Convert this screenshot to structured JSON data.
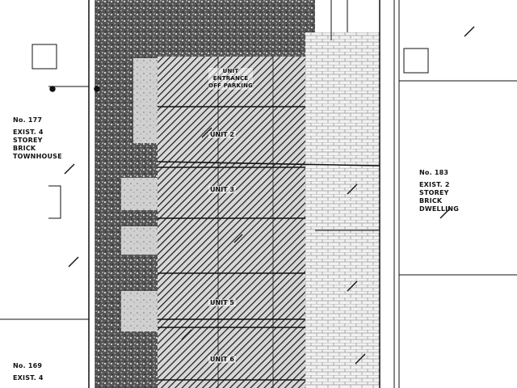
{
  "drawing": {
    "neighbours": [
      {
        "number": "No. 177",
        "desc": [
          "EXIST. 4",
          "STOREY",
          "BRICK",
          "TOWNHOUSE"
        ]
      },
      {
        "number": "No. 183",
        "desc": [
          "EXIST. 2",
          "STOREY",
          "BRICK",
          "DWELLING"
        ]
      },
      {
        "number": "No. 169",
        "desc": [
          "EXIST. 4"
        ]
      }
    ],
    "units": [
      "UNIT 2",
      "UNIT 3",
      "UNIT 5",
      "UNIT 6"
    ],
    "parking_label": [
      "UNIT",
      "ENTRANCE",
      "OFF PARKING"
    ],
    "colors": {
      "ink": "#111111",
      "paper": "#ffffff",
      "hatch": "#2a2a2a"
    }
  }
}
